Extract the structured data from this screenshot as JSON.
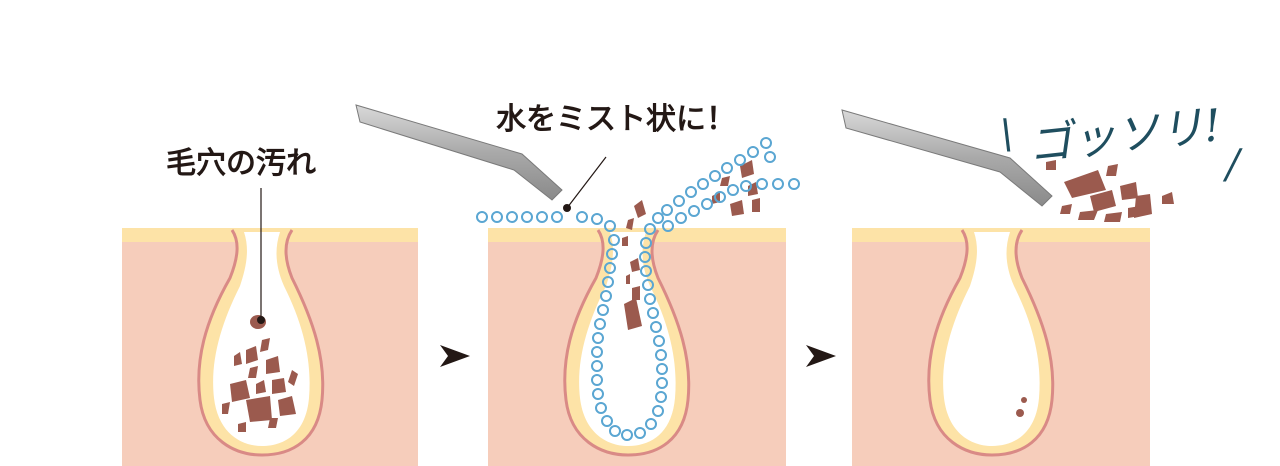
{
  "diagram": {
    "panels": [
      {
        "id": "before",
        "label": "毛穴の汚れ"
      },
      {
        "id": "mist",
        "label": "水をミスト状に！"
      },
      {
        "id": "after",
        "label": "ゴッソリ!"
      }
    ],
    "shout_slashes": [
      "\\",
      "/"
    ]
  },
  "colors": {
    "skin": "#f6cdbb",
    "skin_top": "#fde3a7",
    "pore_rim": "#fde3a7",
    "pore_line": "#d98a86",
    "dirt": "#9b5a4e",
    "bubble": "#5aa6d2",
    "blade_light": "#c9c9c9",
    "blade_dark": "#8d8d8d",
    "shout": "#1f4e5f"
  }
}
